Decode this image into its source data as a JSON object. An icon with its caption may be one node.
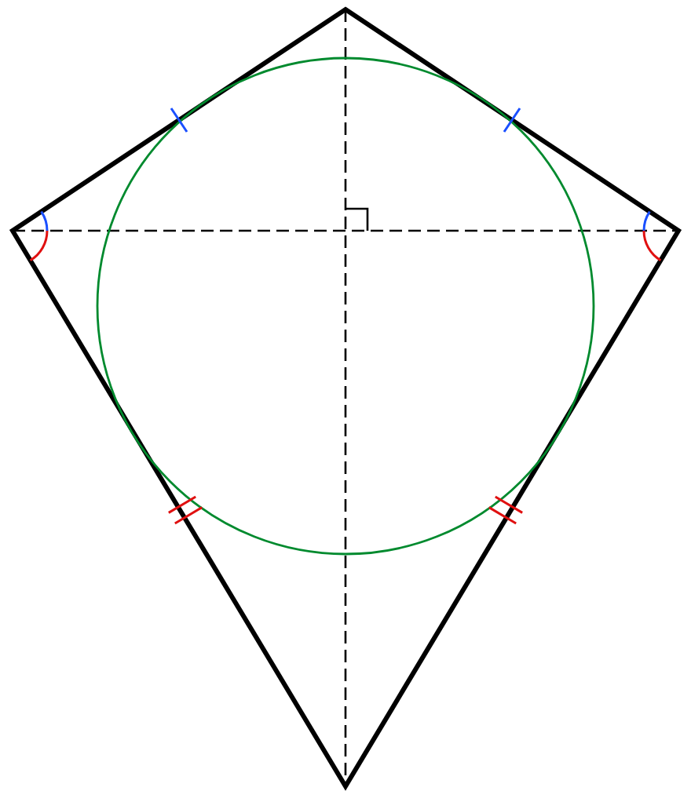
{
  "diagram": {
    "nodes": [
      {
        "text": [],
        "shape": "kite"
      },
      {
        "text": [],
        "shape": "circle",
        "in": 0
      }
    ]
  }
}
